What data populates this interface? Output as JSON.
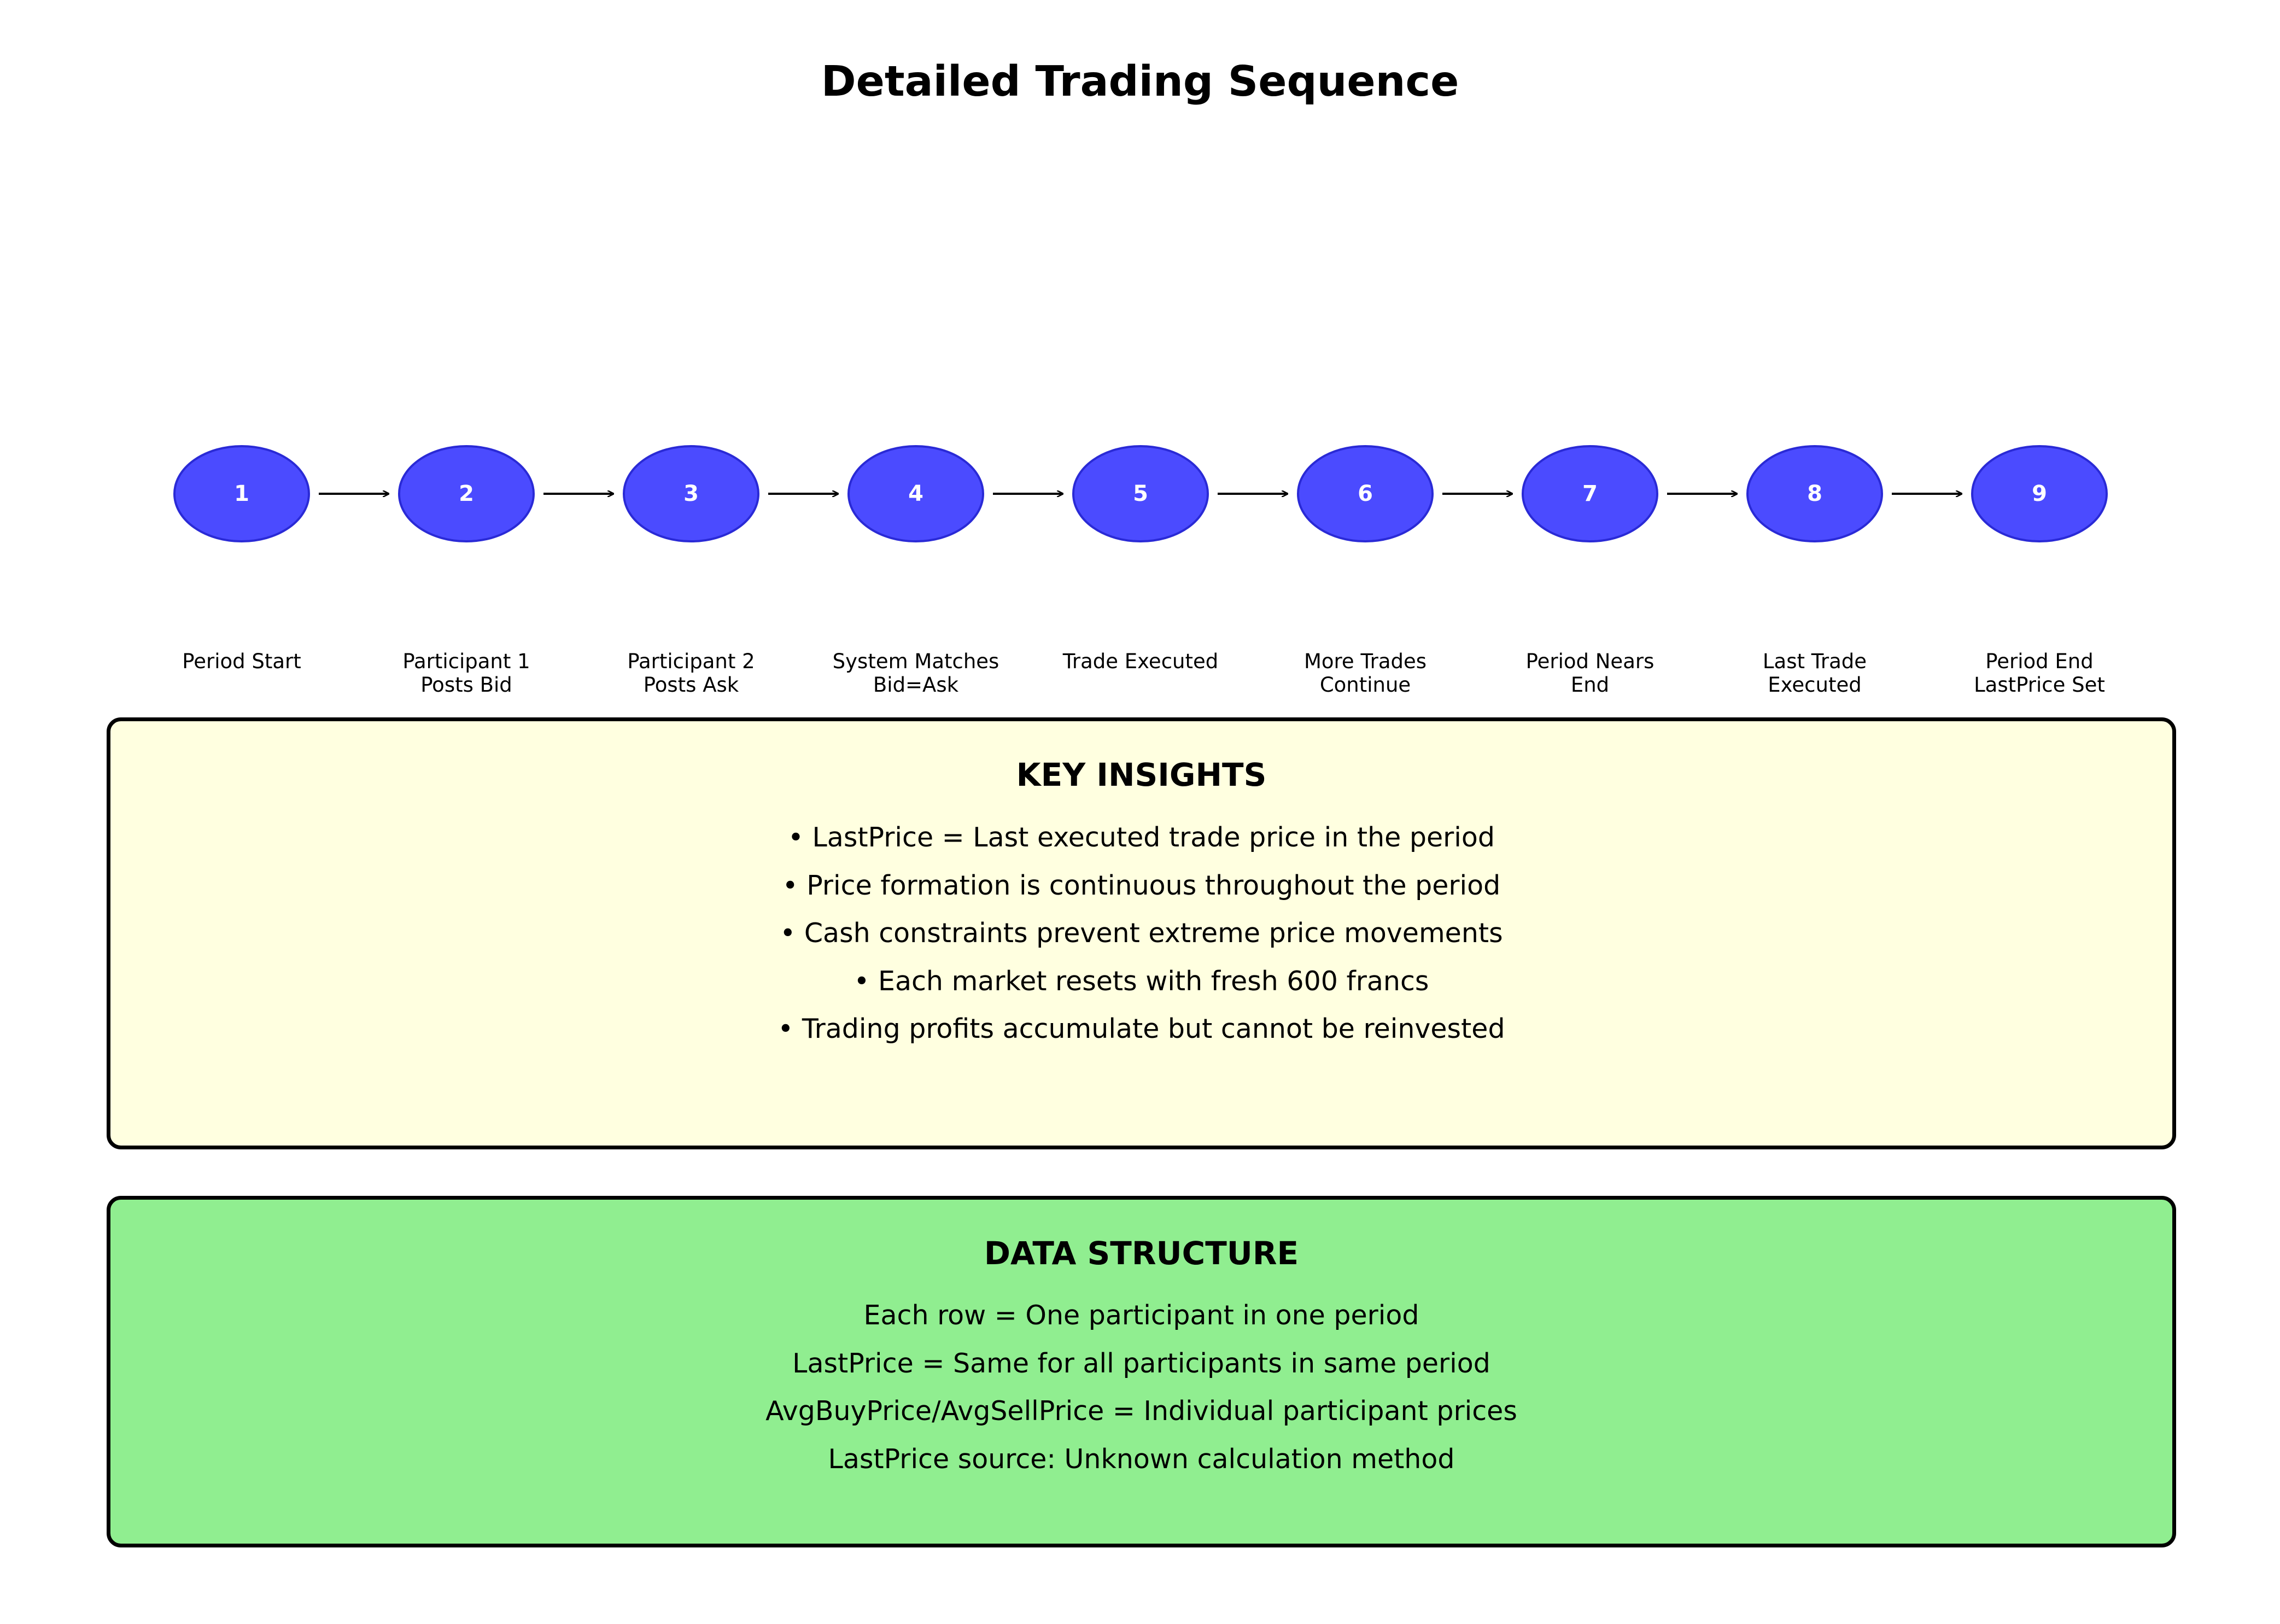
{
  "title": "Detailed Trading Sequence",
  "colors": {
    "node_fill": "#4b4bff",
    "node_stroke": "#2a2ad6",
    "node_text": "#ffffff",
    "insights_bg": "#ffffe0",
    "data_bg": "#90ee90"
  },
  "steps": [
    {
      "number": "1",
      "label": "Period Start"
    },
    {
      "number": "2",
      "label": "Participant 1\nPosts Bid"
    },
    {
      "number": "3",
      "label": "Participant 2\nPosts Ask"
    },
    {
      "number": "4",
      "label": "System Matches\nBid=Ask"
    },
    {
      "number": "5",
      "label": "Trade Executed"
    },
    {
      "number": "6",
      "label": "More Trades\nContinue"
    },
    {
      "number": "7",
      "label": "Period Nears\nEnd"
    },
    {
      "number": "8",
      "label": "Last Trade\nExecuted"
    },
    {
      "number": "9",
      "label": "Period End\nLastPrice Set"
    }
  ],
  "key_insights": {
    "title": "KEY INSIGHTS",
    "items": [
      "• LastPrice = Last executed trade price in the period",
      "• Price formation is continuous throughout the period",
      "• Cash constraints prevent extreme price movements",
      "• Each market resets with fresh 600 francs",
      "• Trading profits accumulate but cannot be reinvested"
    ]
  },
  "data_structure": {
    "title": "DATA STRUCTURE",
    "items": [
      "Each row = One participant in one period",
      "LastPrice = Same for all participants in same period",
      "AvgBuyPrice/AvgSellPrice = Individual participant prices",
      "LastPrice source: Unknown calculation method"
    ]
  }
}
